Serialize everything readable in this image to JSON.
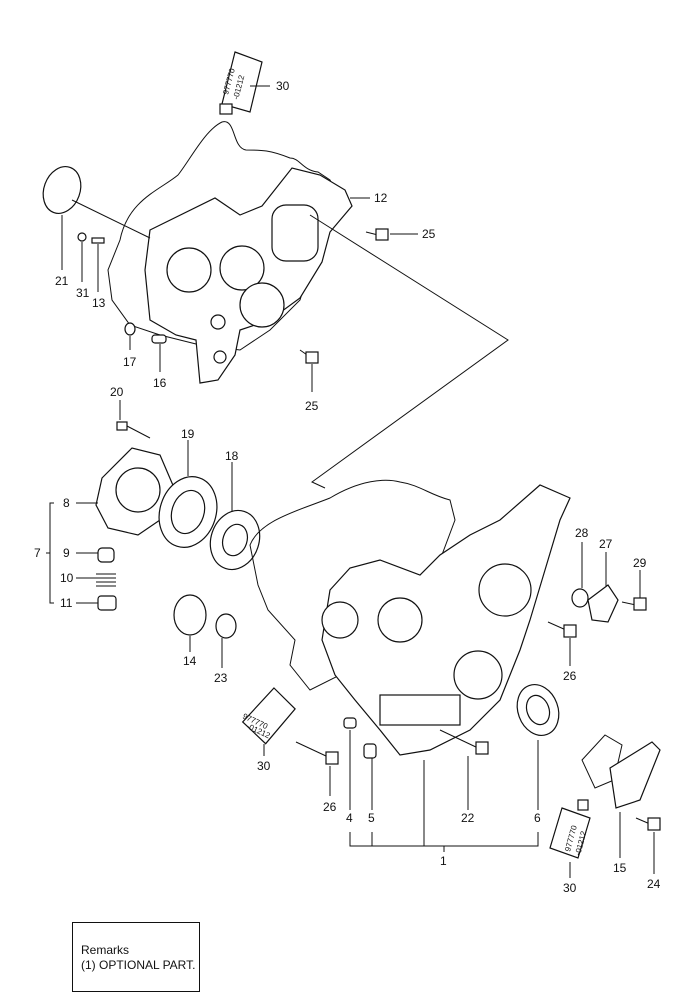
{
  "labels": {
    "p1": "1",
    "p4": "4",
    "p5": "5",
    "p6": "6",
    "p7": "7",
    "p8": "8",
    "p9": "9",
    "p10": "10",
    "p11": "11",
    "p12": "12",
    "p13": "13",
    "p14": "14",
    "p15": "15",
    "p16": "16",
    "p17": "17",
    "p18": "18",
    "p19": "19",
    "p20": "20",
    "p21": "21",
    "p22": "22",
    "p23": "23",
    "p24": "24",
    "p25a": "25",
    "p25b": "25",
    "p26a": "26",
    "p26b": "26",
    "p27": "27",
    "p28": "28",
    "p29": "29",
    "p30a": "30",
    "p30b": "30",
    "p30c": "30",
    "p31": "31"
  },
  "tube_code": {
    "line1": "977770",
    "line2": "-01212"
  },
  "remarks": {
    "title": "Remarks",
    "line1": "(1) OPTIONAL PART."
  }
}
